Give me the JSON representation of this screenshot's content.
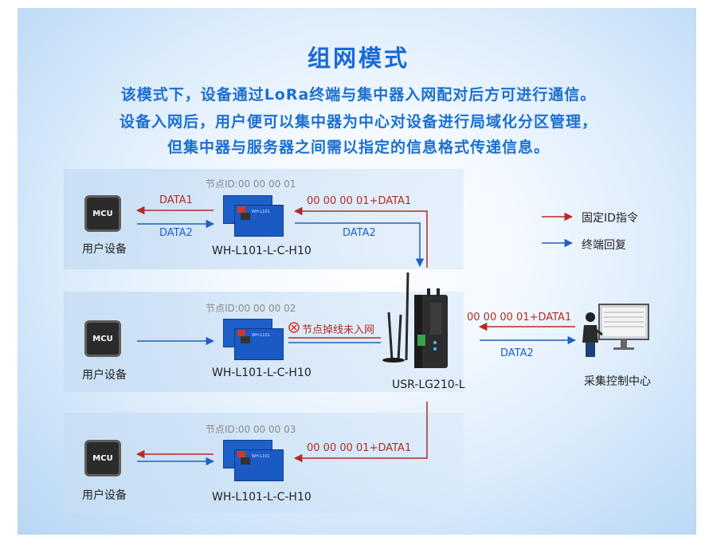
{
  "title": "组网模式",
  "description": [
    "该模式下，设备通过LoRa终端与集中器入网配对后方可进行通信。",
    "设备入网后，用户便可以集中器为中心对设备进行局域化分区管理，",
    "但集中器与服务器之间需以指定的信息格式传递信息。"
  ],
  "colors": {
    "title": "#1a68d6",
    "fixed_id": "#b52b23",
    "reply": "#2160c4"
  },
  "legend": {
    "fixed_id_label": "固定ID指令",
    "reply_label": "终端回复"
  },
  "node1": {
    "node_id": "节点ID:00 00 00 01",
    "mcu": "MCU",
    "device": "用户设备",
    "module": "WH-L101-L-C-H10",
    "data_left_red": "DATA1",
    "data_left_blue": "DATA2",
    "data_right_red": "00 00 00 01+DATA1",
    "data_right_blue": "DATA2"
  },
  "node2": {
    "node_id": "节点ID:00 00 00 02",
    "mcu": "MCU",
    "device": "用户设备",
    "module": "WH-L101-L-C-H10",
    "status": "节点掉线未入网"
  },
  "node3": {
    "node_id": "节点ID:00 00 00 03",
    "mcu": "MCU",
    "device": "用户设备",
    "module": "WH-L101-L-C-H10",
    "data_right_red": "00 00 00 01+DATA1"
  },
  "gateway": {
    "name": "USR-LG210-L"
  },
  "center": {
    "name": "采集控制中心",
    "data_red": "00 00 00 01+DATA1",
    "data_blue": "DATA2"
  },
  "module_face": {
    "brand": "WH-L101"
  }
}
